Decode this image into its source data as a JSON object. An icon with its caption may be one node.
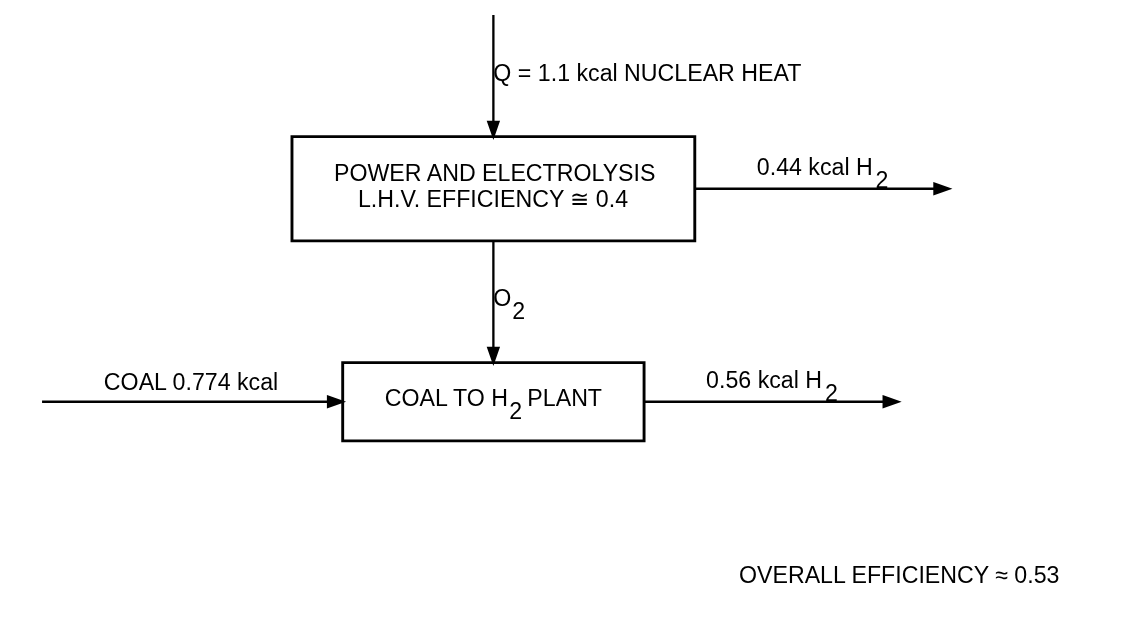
{
  "diagram": {
    "nodes": [
      {
        "text": [
          "POWER AND ELECTROLYSIS",
          "L.H.V. EFFICIENCY ≅ 0.4"
        ]
      },
      {
        "text": [
          "COAL TO H$_{2}$ PLANT"
        ]
      }
    ],
    "edges": [
      {
        "from": 0,
        "to": null,
        "arrow": "to",
        "label": "0.44 kcal H$_{2}$"
      },
      {
        "from": null,
        "to": 0,
        "arrow": "to",
        "label": "Q = 1.1 kcal NUCLEAR HEAT"
      },
      {
        "from": 0,
        "to": 1,
        "arrow": "to",
        "label": "O$_{2}$"
      },
      {
        "from": null,
        "to": 1,
        "arrow": "to",
        "label": "COAL 0.774 kcal"
      },
      {
        "from": 1,
        "to": null,
        "arrow": "to",
        "label": "0.56 kcal H$_{2}$"
      }
    ],
    "labels": [
      "OVERALL EFFICIENCY ≈ 0.53"
    ]
  }
}
